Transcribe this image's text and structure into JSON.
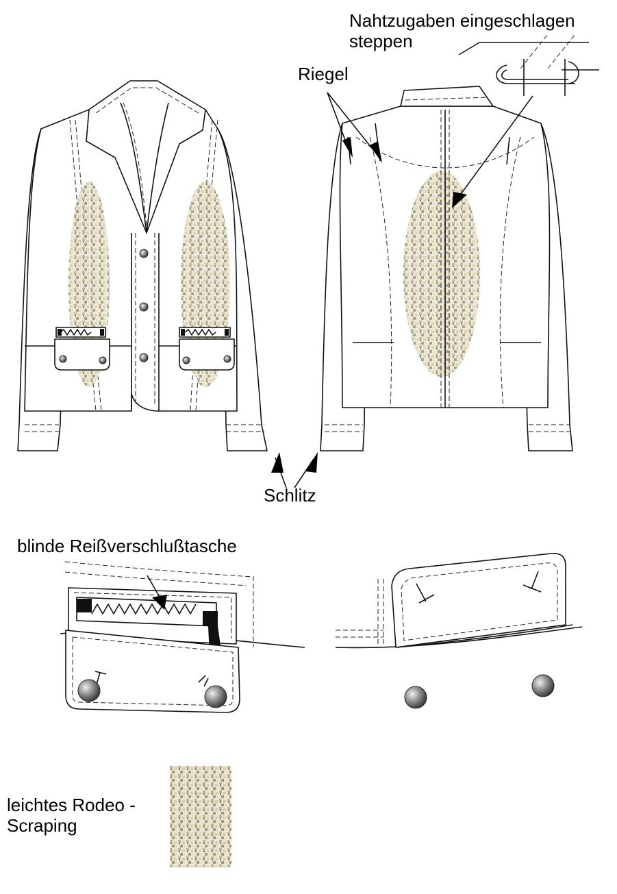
{
  "labels": {
    "topstitch": "Nahtzugaben eingeschlagen\nsteppen",
    "bartack": "Riegel",
    "vent": "Schlitz",
    "zip_pocket": "blinde Reißverschlußtasche",
    "wash": "leichtes Rodeo -\nScraping"
  },
  "icons": [
    "button-icon",
    "arrow-pointer-icon",
    "zipper-icon"
  ],
  "colors": {
    "line": "#111111",
    "fill": "#ffffff",
    "wash_light": "#e9e3c8",
    "wash_dark": "#8e8c80",
    "button": "#7a7a7a"
  }
}
